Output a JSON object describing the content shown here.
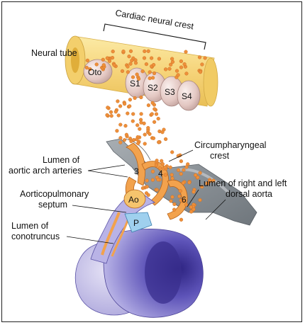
{
  "figure": {
    "labels": {
      "cardiac_neural_crest": "Cardiac neural crest",
      "neural_tube": "Neural tube",
      "circumpharyngeal_crest_line1": "Circumpharyngeal",
      "circumpharyngeal_crest_line2": "crest",
      "lumen_aortic_arch_line1": "Lumen of",
      "lumen_aortic_arch_line2": "aortic arch arteries",
      "aorticopulmonary_line1": "Aorticopulmonary",
      "aorticopulmonary_line2": "septum",
      "lumen_conotruncus_line1": "Lumen of",
      "lumen_conotruncus_line2": "conotruncus",
      "dorsal_aorta_line1": "Lumen of right and left",
      "dorsal_aorta_line2": "dorsal aorta"
    },
    "somite_tags": [
      "Oto",
      "S1",
      "S2",
      "S3",
      "S4"
    ],
    "arch_tags": [
      "3",
      "4",
      "6"
    ],
    "vessel_tags": {
      "aorta": "Ao",
      "pulmonary": "P"
    },
    "colors": {
      "neural_crest_cell": "#ee8f3a",
      "neural_tube": "#f6d77a",
      "somite": "#e2c8c4",
      "aorta_grey": "#8e959b",
      "heart_purple": "#6b61c2",
      "pulmonary_blue": "#9fd0ee",
      "arch_orange": "#f2a24d"
    }
  }
}
